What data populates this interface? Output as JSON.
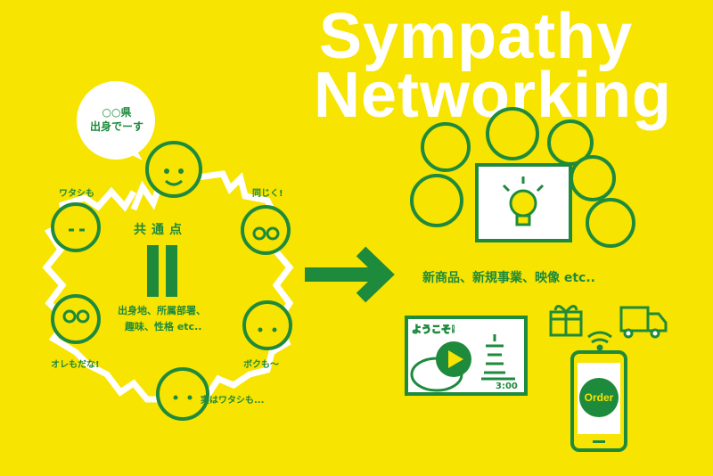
{
  "title": {
    "line1": "Sympathy",
    "line2": "Networking"
  },
  "colors": {
    "background": "#f7e400",
    "green": "#1e8a3c",
    "white": "#ffffff"
  },
  "left": {
    "bubble": {
      "line1": "○○県",
      "line2": "出身でーす"
    },
    "reactions": [
      "ワタシも",
      "同じく!",
      "オレもだな!",
      "ボクも〜",
      "実はワタシも..."
    ],
    "center_title": "共通点",
    "center_lines": [
      "出身地、所属部署、",
      "趣味、性格 etc.."
    ]
  },
  "right": {
    "caption": "新商品、新規事業、映像 etc..",
    "video": {
      "title": "ようこそ!",
      "duration": "3:00"
    },
    "phone": {
      "button": "Order"
    },
    "icons": [
      "arrow-right-icon",
      "lightbulb-icon",
      "gift-icon",
      "truck-icon",
      "wifi-icon",
      "play-icon",
      "pagoda-icon"
    ]
  }
}
